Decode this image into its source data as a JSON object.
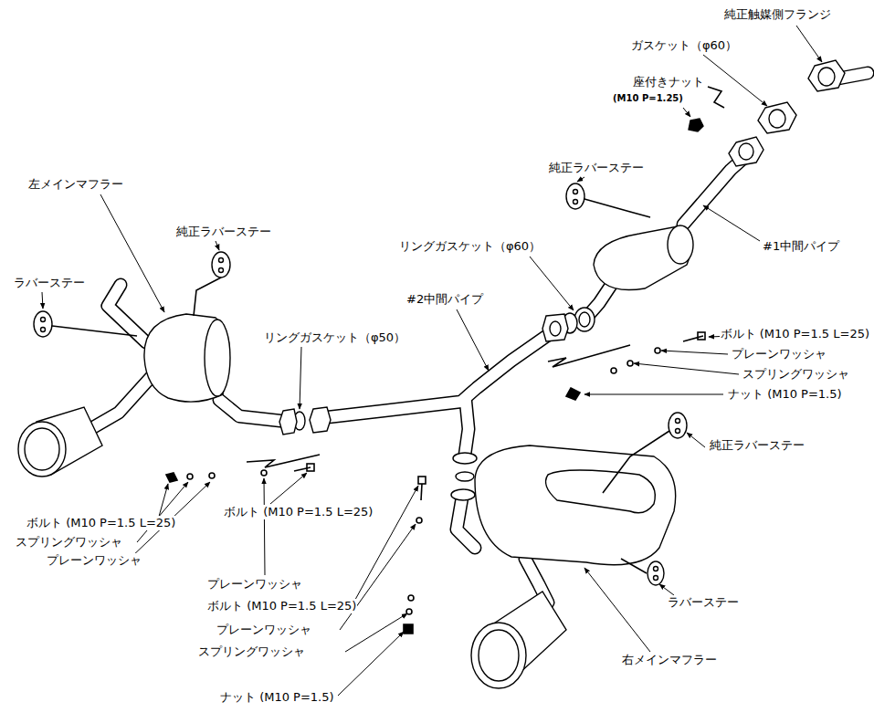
{
  "diagram": {
    "labels": [
      "純正触媒側フランジ",
      "ガスケット（φ60）",
      "座付きナット",
      "(M10 P=1.25)",
      "純正ラバーステー",
      "#1中間パイプ",
      "左メインマフラー",
      "純正ラバーステー",
      "ラバーステー",
      "リングガスケット（φ60）",
      "#2中間パイプ",
      "リングガスケット（φ50）",
      "ボルト (M10 P=1.5 L=25)",
      "プレーンワッシャ",
      "スプリングワッシャ",
      "ナット (M10 P=1.5)",
      "純正ラバーステー",
      "ボルト (M10 P=1.5 L=25)",
      "スプリングワッシャ",
      "プレーンワッシャ",
      "ボルト (M10 P=1.5 L=25)",
      "プレーンワッシャ",
      "ボルト (M10 P=1.5 L=25)",
      "プレーンワッシャ",
      "スプリングワッシャ",
      "ナット (M10 P=1.5)",
      "ラバーステー",
      "右メインマフラー"
    ]
  }
}
